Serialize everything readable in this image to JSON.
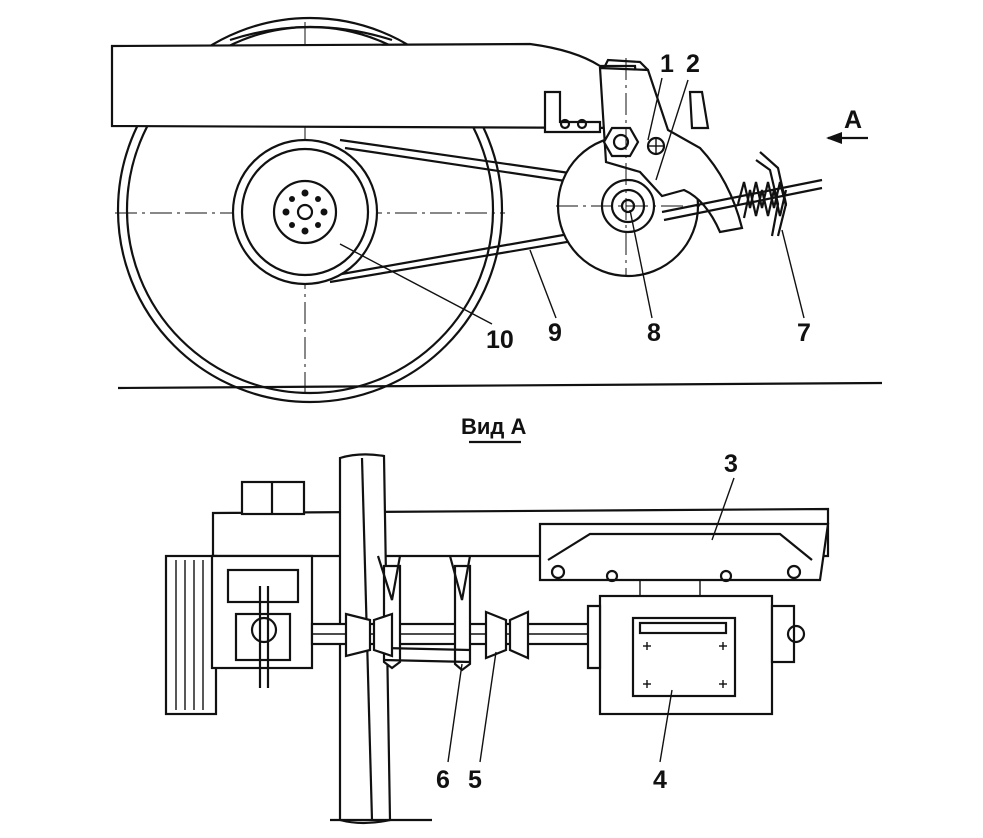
{
  "view_label": "Вид А",
  "direction_label": "A",
  "callouts": {
    "c1": "1",
    "c2": "2",
    "c3": "3",
    "c4": "4",
    "c5": "5",
    "c6": "6",
    "c7": "7",
    "c8": "8",
    "c9": "9",
    "c10": "10"
  }
}
